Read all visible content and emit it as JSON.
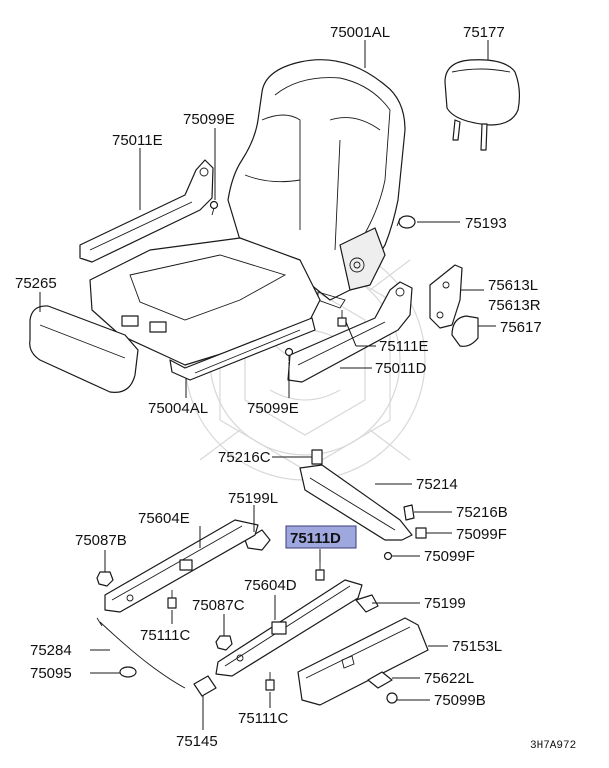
{
  "diagram": {
    "highlight_color": "#9fa7df",
    "ref_code": "3H7A972",
    "labels": {
      "l_75001AL": "75001AL",
      "l_75177": "75177",
      "l_75099E_top": "75099E",
      "l_75011E": "75011E",
      "l_75193": "75193",
      "l_75265": "75265",
      "l_75613L": "75613L",
      "l_75613R": "75613R",
      "l_75617": "75617",
      "l_75111E": "75111E",
      "l_75011D": "75011D",
      "l_75004AL": "75004AL",
      "l_75099E_bottom": "75099E",
      "l_75216C": "75216C",
      "l_75214": "75214",
      "l_75199L": "75199L",
      "l_75604E": "75604E",
      "l_75216B": "75216B",
      "l_75111D": "75111D",
      "l_75099F_a": "75099F",
      "l_75087B": "75087B",
      "l_75099F_b": "75099F",
      "l_75604D": "75604D",
      "l_75087C": "75087C",
      "l_75199": "75199",
      "l_75111C_a": "75111C",
      "l_75284": "75284",
      "l_75153L": "75153L",
      "l_75095": "75095",
      "l_75622L": "75622L",
      "l_75099B": "75099B",
      "l_75111C_b": "75111C",
      "l_75145": "75145"
    }
  }
}
